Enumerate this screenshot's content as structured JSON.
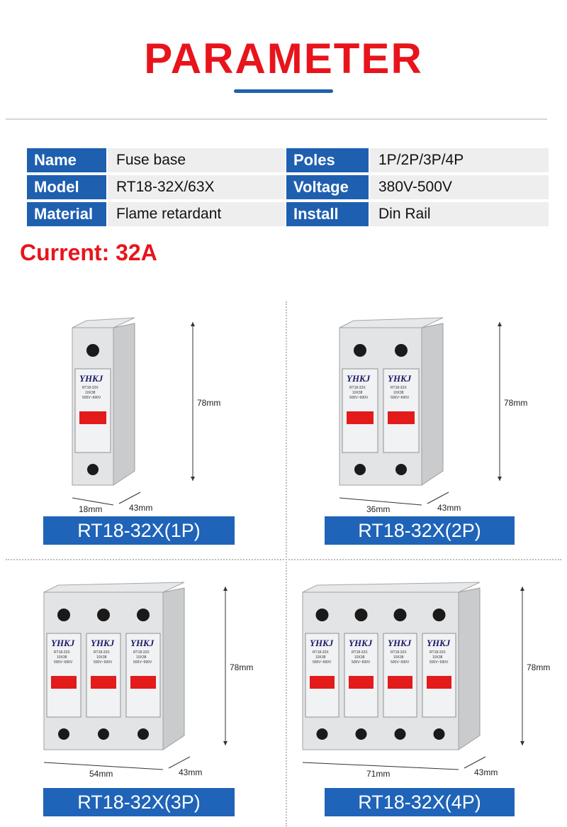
{
  "header": {
    "title": "PARAMETER"
  },
  "specs": [
    {
      "label": "Name",
      "value": "Fuse base",
      "label2": "Poles",
      "value2": "1P/2P/3P/4P"
    },
    {
      "label": "Model",
      "value": "RT18-32X/63X",
      "label2": "Voltage",
      "value2": "380V-500V"
    },
    {
      "label": "Material",
      "value": "Flame retardant",
      "label2": "Install",
      "value2": "Din Rail"
    }
  ],
  "current": "Current: 32A",
  "products": [
    {
      "label": "RT18-32X(1P)",
      "poles": 1,
      "height": "78mm",
      "width": "18mm",
      "depth": "43mm"
    },
    {
      "label": "RT18-32X(2P)",
      "poles": 2,
      "height": "78mm",
      "width": "36mm",
      "depth": "43mm"
    },
    {
      "label": "RT18-32X(3P)",
      "poles": 3,
      "height": "78mm",
      "width": "54mm",
      "depth": "43mm"
    },
    {
      "label": "RT18-32X(4P)",
      "poles": 4,
      "height": "78mm",
      "width": "71mm",
      "depth": "43mm"
    }
  ],
  "module": {
    "brand": "YHKJ",
    "model": "RT18-32X",
    "size": "10X38",
    "rating": "500V~690V",
    "colors": {
      "brand": "#1f5fb0",
      "accent": "#e8141c",
      "window": "#e31b1b"
    }
  }
}
